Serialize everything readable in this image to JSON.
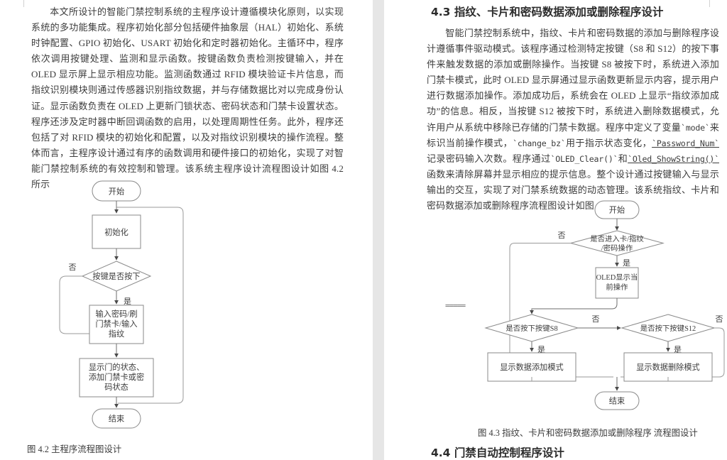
{
  "document": {
    "left_page": {
      "body_paragraph_1": "本文所设计的智能门禁控制系统的主程序设计遵循模块化原则，以实现系统的多功能集成。程序初始化部分包括硬件抽象层（HAL）初始化、系统时钟配置、GPIO 初始化、USART 初始化和定时器初始化。主循环中，程序依次调用按键处理、监测和显示函数。按键函数负责检测按键输入，并在 OLED 显示屏上显示相应功能。监测函数通过 RFID 模块验证卡片信息，而指纹识别模块则通过传感器识别指纹数据，并与存储数据比对以完成身份认证。显示函数负责在 OLED 上更新门锁状态、密码状态和门禁卡设置状态。程序还涉及定时器中断回调函数的启用，以处理周期性任务。此外，程序还包括了对 RFID 模块的初始化和配置，以及对指纹识别模块的操作流程。整体而言，主程序设计通过有序的函数调用和硬件接口的初始化，实现了对智能门禁控制系统的有效控制和管理。该系统主程序设计流程图设计如图 4.2 所示",
      "figure_caption": "图 4.2 主程序流程图设计",
      "flowchart": {
        "nodes": [
          {
            "id": "start",
            "type": "terminator",
            "label": "开始"
          },
          {
            "id": "init",
            "type": "process",
            "label": "初始化"
          },
          {
            "id": "keycheck",
            "type": "decision",
            "label": "按键是否按下"
          },
          {
            "id": "input",
            "type": "process",
            "label": "输入密码/刷门禁卡/输入指纹",
            "lines": [
              "输入密码/刷",
              "门禁卡/输入",
              "指纹"
            ]
          },
          {
            "id": "display",
            "type": "process",
            "label": "显示门的状态、添加门禁卡或密码状态",
            "lines": [
              "显示门的状态、",
              "添加门禁卡或密",
              "码状态"
            ]
          },
          {
            "id": "end",
            "type": "terminator",
            "label": "结束"
          }
        ],
        "edge_labels": {
          "no": "否",
          "yes": "是"
        }
      }
    },
    "right_page": {
      "section_heading": "4.3 指纹、卡片和密码数据添加或删除程序设计",
      "body_paragraph_1_part1": "智能门禁控制系统中，指纹、卡片和密码数据的添加与删除程序设计遵循事件驱动模式。该程序通过检测特定按键（S8 和 S12）的按下事件来触发数据的添加或删除操作。当按键 S8 被按下时，系统进入添加门禁卡模式，此时 OLED 显示屏通过显示函数更新显示内容，提示用户进行数据添加操作。添加成功后，系统会在 OLED 上显示“指纹添加成功”的信息。相反，当按键 S12 被按下时，系统进入删除数据模式，允许用户从系统中移除已存储的门禁卡数据。程序中定义了变量",
      "code_mode": "`mode`",
      "body_paragraph_1_part2": "来标识当前操作模式，",
      "code_change_bz": "`change_bz`",
      "body_paragraph_1_part3": "用于指示状态变化，",
      "code_password_num": "`Password_Num`",
      "body_paragraph_1_part4": "记录密码输入次数。程序通过",
      "code_oled_clear": "`OLED_Clear()`",
      "body_paragraph_1_part5": "和",
      "code_oled_showstring": "`Oled_ShowString()`",
      "body_paragraph_1_part6": "函数来清除屏幕并显示相应的提示信息。整个设计通过按键输入与显示输出的交互，实现了对门禁系统数据的动态管理。该系统指纹、卡片和密码数据添加或删除程序流程图设计如图 4.3 所示",
      "figure_caption": "图 4.3 指纹、卡片和密码数据添加或删除程序 流程图设计",
      "next_section_heading": "4.4 门禁自动控制程序设计",
      "stray_mark": "=====",
      "flowchart": {
        "nodes": [
          {
            "id": "start",
            "type": "terminator",
            "label": "开始"
          },
          {
            "id": "enter",
            "type": "decision",
            "label": "是否进入卡/指纹/密码操作",
            "lines": [
              "是否进入卡/指纹",
              "/密码操作"
            ]
          },
          {
            "id": "oled",
            "type": "process",
            "label": "OLED显示当前操作",
            "lines": [
              "OLED显示当",
              "前操作"
            ]
          },
          {
            "id": "keys8",
            "type": "decision",
            "label": "是否按下按键S8"
          },
          {
            "id": "keys12",
            "type": "decision",
            "label": "是否按下按键S12"
          },
          {
            "id": "addmode",
            "type": "process",
            "label": "显示数据添加模式"
          },
          {
            "id": "delmode",
            "type": "process",
            "label": "显示数据删除模式"
          },
          {
            "id": "end",
            "type": "terminator",
            "label": "结束"
          }
        ],
        "edge_labels": {
          "no": "否",
          "yes": "是"
        }
      }
    }
  },
  "colors": {
    "page_background": "#ffffff",
    "gutter": "#e6e6e6",
    "text": "#3c3c3c",
    "heading": "#2b2b2b",
    "shape_stroke": "#8a8a8a",
    "line_stroke": "#6e6e6e",
    "crop_mark": "#d2d2d2"
  }
}
